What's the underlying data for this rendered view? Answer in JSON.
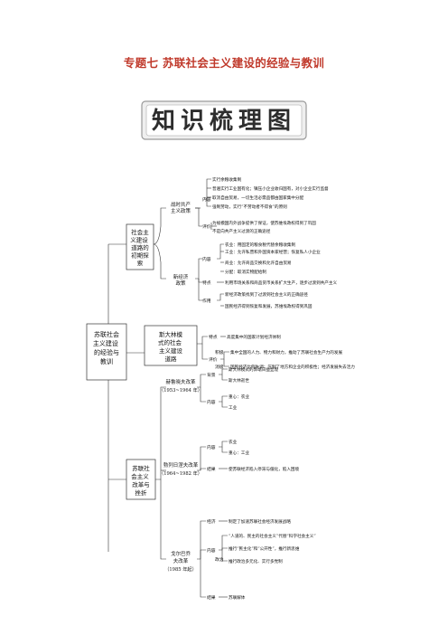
{
  "title": "专题七 苏联社会主义建设的经验与教训",
  "banner": "知识梳理图",
  "root": "苏联社会主义建设的经验与教训",
  "branch1": {
    "label": "社会主义建设道路的初期探索",
    "wcomm": {
      "label": "战时共产主义政策",
      "content_tag": "内容",
      "content": [
        "实行余粮收集制",
        "普遍实行工业国有化；镇压小企业收归国有，对小企业实行监督",
        "取消自由贸易，一切生活必需品都由国家集中分配",
        "强制劳动，实行“不劳动者不得食”的原则"
      ],
      "eval_tag": "评价",
      "eval": [
        "为规模国内外战争提供了保证，使苏维埃政权得到了巩固",
        "不是向共产主义过渡的正确途径"
      ]
    },
    "nep": {
      "label": "新经济政策",
      "content_tag": "内容",
      "content": [
        "农业：用固定的粮食税代替余粮收集制",
        "工业：允许私营和外国资本家经营；恢复私人小企业",
        "商业：允许商品交换和允许自由贸易",
        "分配：取消实物配给制"
      ],
      "feature_tag": "特点",
      "feature": "利用市场关系和商品货币关系扩大生产，逐步过渡到共产主义",
      "role_tag": "作用",
      "role": [
        "新经济政策找到了过渡到社会主义的正确途径",
        "国民经济得到恢复和发展，苏维埃政权得到巩固"
      ]
    }
  },
  "branch2": {
    "label": "斯大林模式的社会主义建设道路",
    "feature_tag": "特点",
    "feature": "高度集中的国家计划经济体制",
    "eval_tag": "评价",
    "pos_tag": "积极",
    "pos": "集中全国的人力、物力和财力，推动了苏联社会生产力的发展",
    "neg_tag": "消极",
    "neg": "国民经济比例失调；压制了地方和企业的积极性；经济发展失去活力"
  },
  "branch3": {
    "label": "苏联社会主义改革与挫折",
    "khrushchev": {
      "label": "赫鲁晓夫改革",
      "years": "（1953~1964 年）",
      "bg_tag": "背景",
      "bg": [
        "斯大林模式的弊端日益显现",
        "斯大林逝世"
      ],
      "content_tag": "内容",
      "content": [
        "重心：农业",
        "工业"
      ]
    },
    "brezhnev": {
      "label": "勃列日涅夫改革",
      "years": "（1964~1982 年）",
      "content_tag": "内容",
      "content": [
        "农业",
        "重心：工业"
      ],
      "result_tag": "结果",
      "result": "使苏联经济陷入停滞与僵化，陷入困境"
    },
    "gorbachev": {
      "label": "戈尔巴乔夫改革",
      "years": "（1985 年起）",
      "econ_tag": "经济",
      "econ": "制定了加速苏联社会经济发展战略",
      "content_tag": "内容",
      "politics_tag": "政治",
      "politics": [
        "“人道的、民主的社会主义”代替“科学社会主义”",
        "推行“民主化”和“公开性”，推行新思维",
        "推行政治多元化、实行多党制"
      ],
      "result_tag": "结果",
      "result": "苏联解体"
    }
  }
}
